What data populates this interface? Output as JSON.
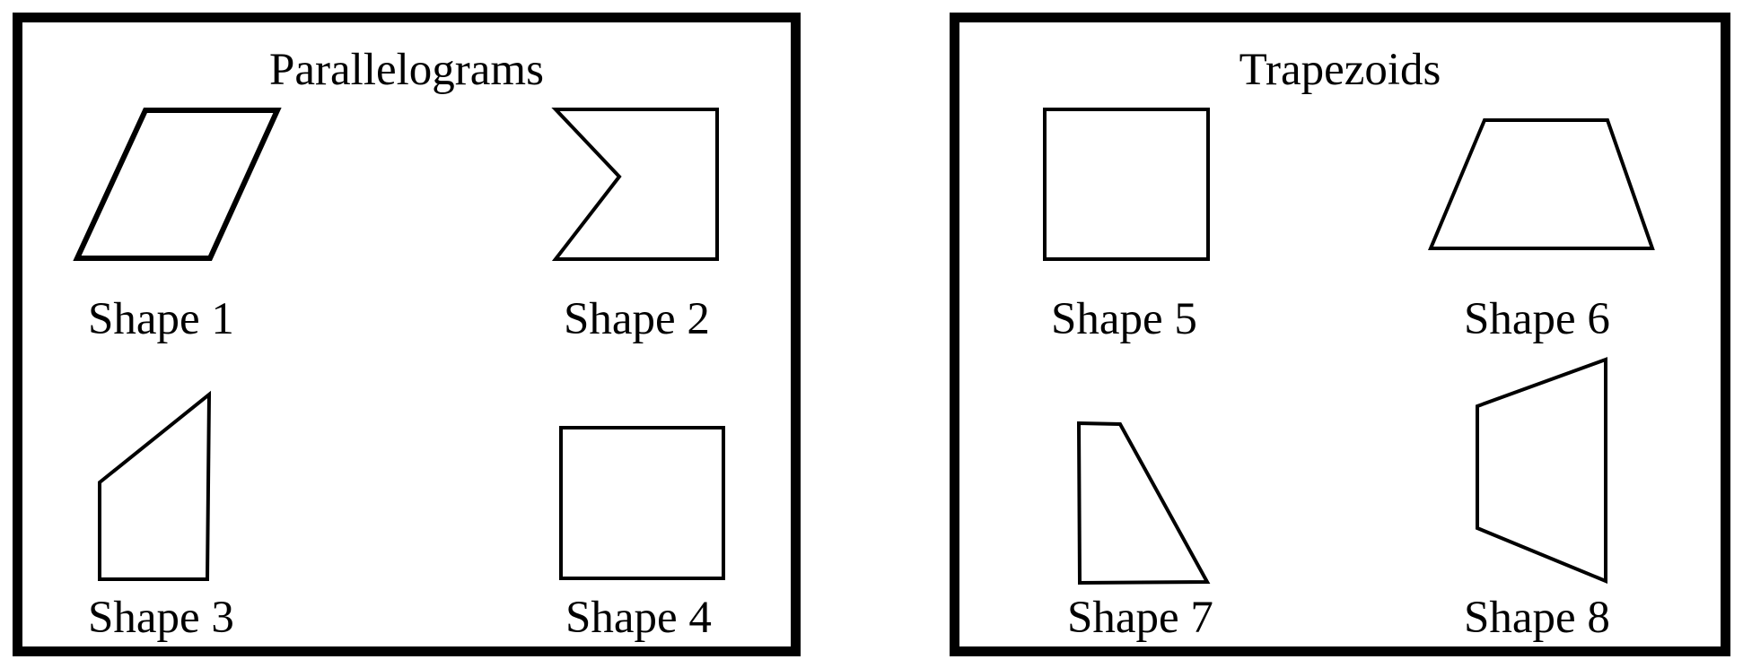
{
  "panels": [
    {
      "title": "Parallelograms",
      "shapes": [
        {
          "label": "Shape 1"
        },
        {
          "label": "Shape 2"
        },
        {
          "label": "Shape 3"
        },
        {
          "label": "Shape 4"
        }
      ]
    },
    {
      "title": "Trapezoids",
      "shapes": [
        {
          "label": "Shape 5"
        },
        {
          "label": "Shape 6"
        },
        {
          "label": "Shape 7"
        },
        {
          "label": "Shape 8"
        }
      ]
    }
  ]
}
